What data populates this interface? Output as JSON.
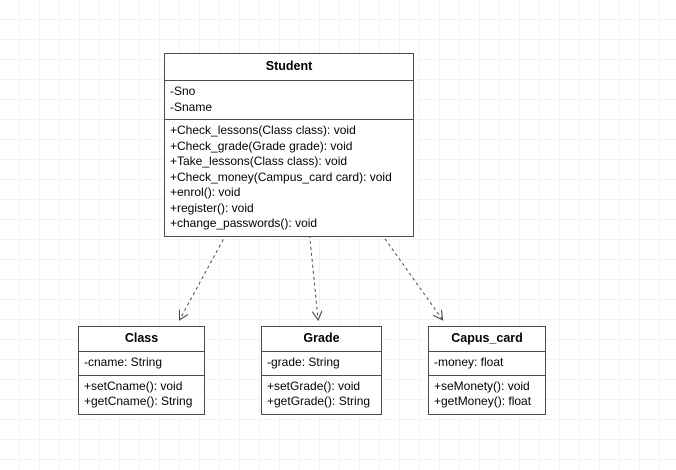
{
  "diagram": {
    "type": "uml-class-diagram",
    "background": "#ffffff",
    "grid_color": "#f2f2f2",
    "border_color": "#4d4d4d",
    "text_color": "#000000",
    "classes": [
      {
        "id": "student",
        "name": "Student",
        "attributes": [
          "-Sno",
          "-Sname"
        ],
        "methods": [
          "+Check_lessons(Class class): void",
          "+Check_grade(Grade grade): void",
          "+Take_lessons(Class class): void",
          "+Check_money(Campus_card card): void",
          "+enrol(): void",
          "+register(): void",
          "+change_passwords(): void"
        ]
      },
      {
        "id": "class",
        "name": "Class",
        "attributes": [
          "-cname: String"
        ],
        "methods": [
          "+setCname(): void",
          "+getCname(): String"
        ]
      },
      {
        "id": "grade",
        "name": "Grade",
        "attributes": [
          "-grade: String"
        ],
        "methods": [
          "+setGrade(): void",
          "+getGrade(): String"
        ]
      },
      {
        "id": "capus_card",
        "name": "Capus_card",
        "attributes": [
          "-money: float"
        ],
        "methods": [
          "+seMonety(): void",
          "+getMoney(): float"
        ]
      }
    ],
    "edges": [
      {
        "id": "student-to-class",
        "from": "student",
        "to": "class",
        "style": "dashed",
        "arrowhead": "open"
      },
      {
        "id": "student-to-grade",
        "from": "student",
        "to": "grade",
        "style": "dashed",
        "arrowhead": "open"
      },
      {
        "id": "student-to-capus_card",
        "from": "student",
        "to": "capus_card",
        "style": "dashed",
        "arrowhead": "open"
      }
    ]
  }
}
